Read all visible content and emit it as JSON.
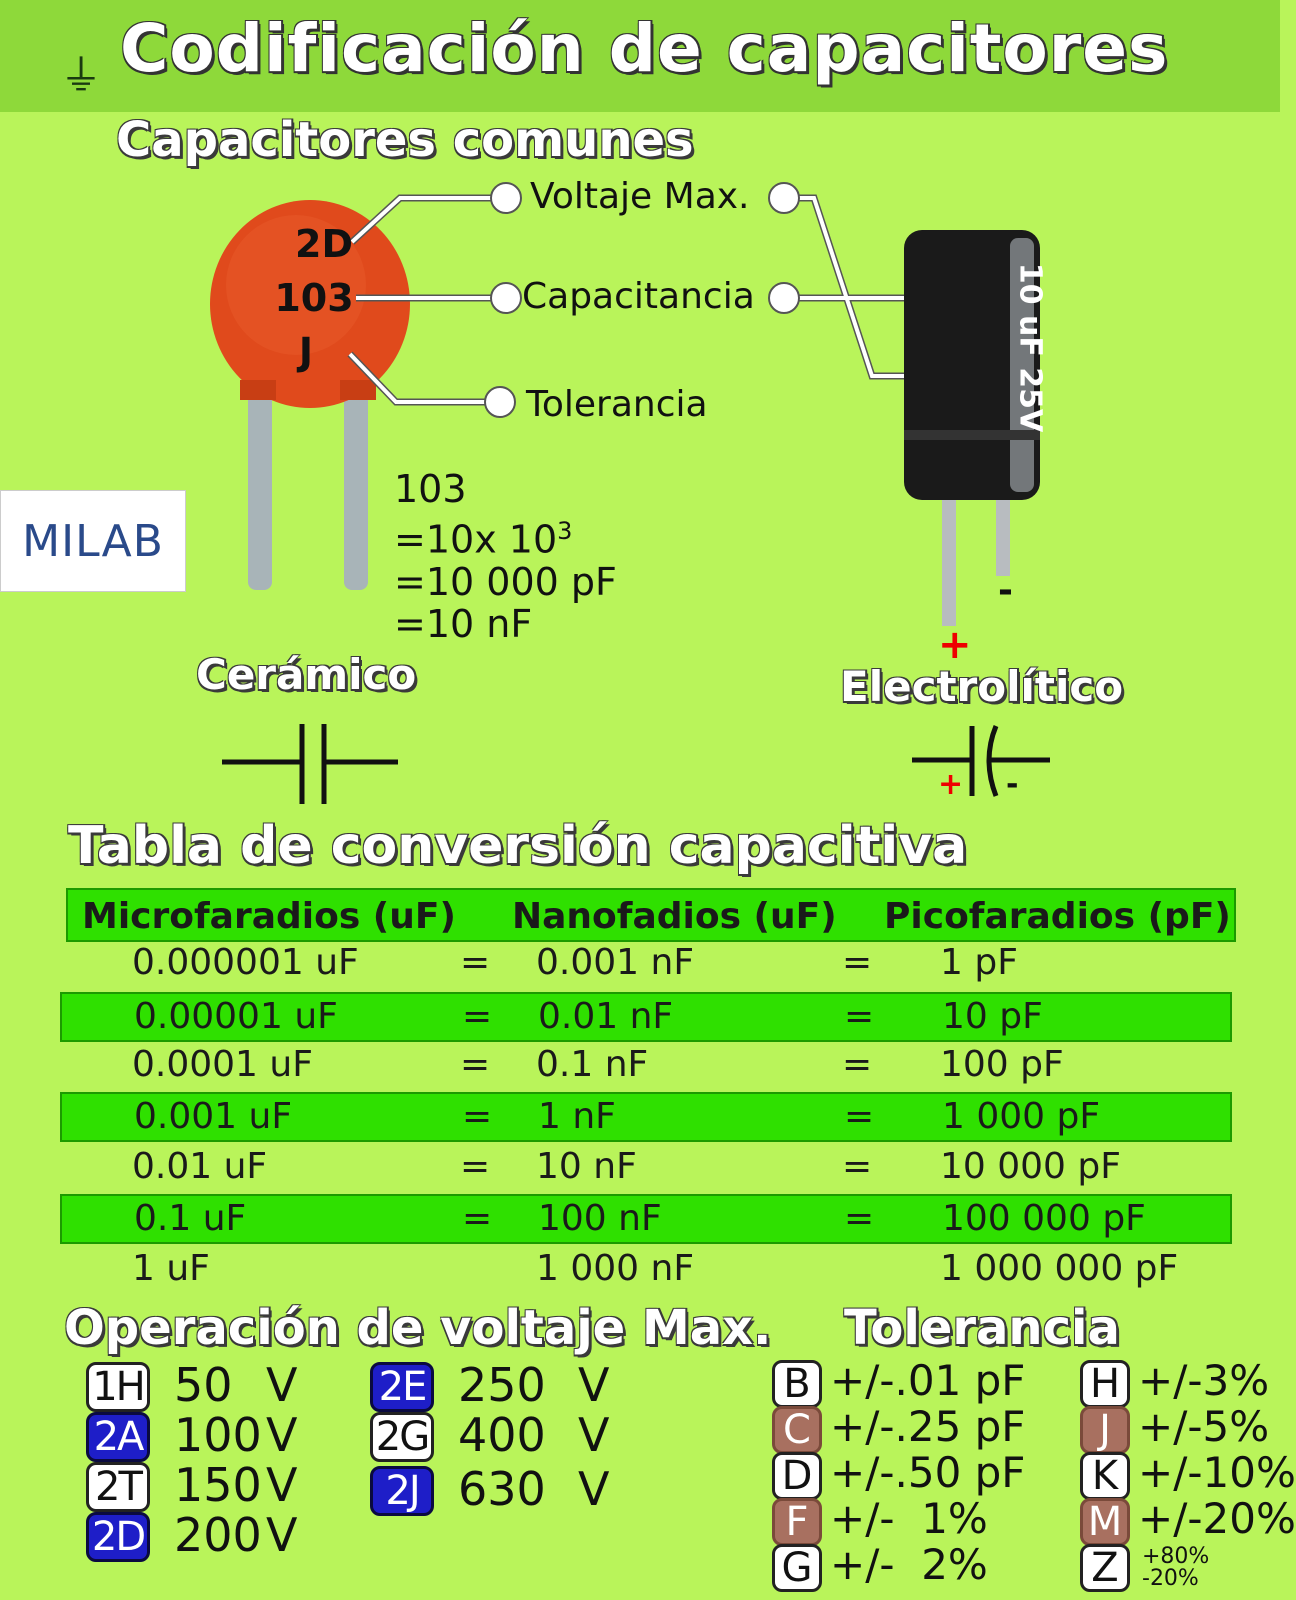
{
  "title": "Codificación de capacitores",
  "common_heading": "Capacitores comunes",
  "ceramic": {
    "code_lines": [
      "2D",
      "103",
      "J"
    ],
    "labels": {
      "voltage": "Voltaje Max.",
      "capacitance": "Capacitancia",
      "tolerance": "Tolerancia"
    },
    "calc": [
      "103",
      "=10x 10",
      "=10 000 pF",
      "=10 nF"
    ],
    "calc_exponent": "3",
    "name": "Cerámico"
  },
  "electrolytic": {
    "marking": "10 uF 25V",
    "minus": "-",
    "plus": "+",
    "name": "Electrolítico"
  },
  "logo_text": "MILAB",
  "table": {
    "heading": "Tabla de conversión capacitiva",
    "headers": [
      "Microfaradios (uF)",
      "Nanofadios (uF)",
      "Picofaradios (pF)"
    ],
    "rows": [
      {
        "uf": "0.000001 uF",
        "eq1": "=",
        "nf": "0.001 nF",
        "eq2": "=",
        "pf": "1 pF"
      },
      {
        "uf": "0.00001 uF",
        "eq1": "=",
        "nf": "0.01 nF",
        "eq2": "=",
        "pf": "10 pF"
      },
      {
        "uf": "0.0001 uF",
        "eq1": "=",
        "nf": "0.1 nF",
        "eq2": "=",
        "pf": "100 pF"
      },
      {
        "uf": "0.001 uF",
        "eq1": "=",
        "nf": "1 nF",
        "eq2": "=",
        "pf": "1 000 pF"
      },
      {
        "uf": "0.01 uF",
        "eq1": "=",
        "nf": "10 nF",
        "eq2": "=",
        "pf": "10 000 pF"
      },
      {
        "uf": "0.1 uF",
        "eq1": "=",
        "nf": "100 nF",
        "eq2": "=",
        "pf": "100 000 pF"
      },
      {
        "uf": "1 uF",
        "eq1": "",
        "nf": "1 000 nF",
        "eq2": "",
        "pf": "1 000 000 pF"
      }
    ]
  },
  "voltage": {
    "heading": "Operación de voltaje Max.",
    "unit": "V",
    "items": [
      {
        "code": "1H",
        "value": "50"
      },
      {
        "code": "2A",
        "value": "100"
      },
      {
        "code": "2T",
        "value": "150"
      },
      {
        "code": "2D",
        "value": "200"
      },
      {
        "code": "2E",
        "value": "250"
      },
      {
        "code": "2G",
        "value": "400"
      },
      {
        "code": "2J",
        "value": "630"
      }
    ]
  },
  "tolerance": {
    "heading": "Tolerancia",
    "items": [
      {
        "code": "B",
        "value": "+/-.01 pF"
      },
      {
        "code": "C",
        "value": "+/-.25 pF"
      },
      {
        "code": "D",
        "value": "+/-.50 pF"
      },
      {
        "code": "F",
        "value": "+/-  1%"
      },
      {
        "code": "G",
        "value": "+/-  2%"
      },
      {
        "code": "H",
        "value": "+/-3%"
      },
      {
        "code": "J",
        "value": "+/-5%"
      },
      {
        "code": "K",
        "value": "+/-10%"
      },
      {
        "code": "M",
        "value": "+/-20%"
      },
      {
        "code": "Z",
        "value_top": "+80%",
        "value_bottom": "-20%"
      }
    ]
  },
  "colors": {
    "banner": "#8ed93a",
    "background": "#b9f45a",
    "row_highlight": "#2fe000",
    "ceramic_body": "#e04a1c",
    "code_blue": "#1e1ec8",
    "code_brown": "#a87060"
  }
}
